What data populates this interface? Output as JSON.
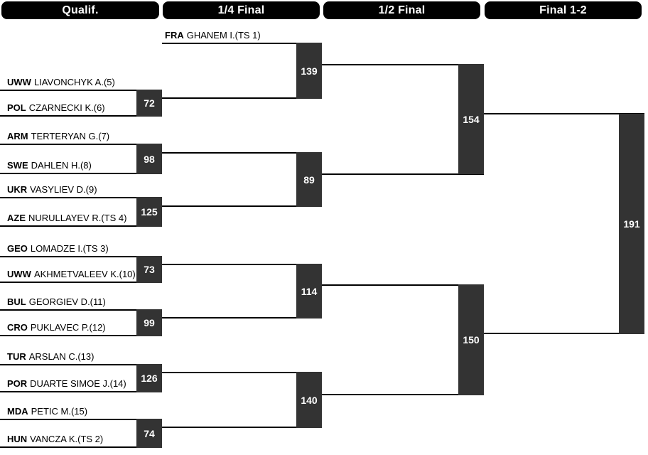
{
  "headers": [
    "Qualif.",
    "1/4 Final",
    "1/2 Final",
    "Final 1-2"
  ],
  "bye_player": {
    "code": "FRA",
    "name": "GHANEM I.(TS 1)"
  },
  "players": [
    {
      "code": "UWW",
      "name": "LIAVONCHYK A.(5)"
    },
    {
      "code": "POL",
      "name": "CZARNECKI K.(6)"
    },
    {
      "code": "ARM",
      "name": "TERTERYAN G.(7)"
    },
    {
      "code": "SWE",
      "name": "DAHLEN H.(8)"
    },
    {
      "code": "UKR",
      "name": "VASYLIEV D.(9)"
    },
    {
      "code": "AZE",
      "name": "NURULLAYEV R.(TS 4)"
    },
    {
      "code": "GEO",
      "name": "LOMADZE I.(TS 3)"
    },
    {
      "code": "UWW",
      "name": "AKHMETVALEEV K.(10)"
    },
    {
      "code": "BUL",
      "name": "GEORGIEV D.(11)"
    },
    {
      "code": "CRO",
      "name": "PUKLAVEC P.(12)"
    },
    {
      "code": "TUR",
      "name": "ARSLAN C.(13)"
    },
    {
      "code": "POR",
      "name": "DUARTE SIMOE J.(14)"
    },
    {
      "code": "MDA",
      "name": "PETIC M.(15)"
    },
    {
      "code": "HUN",
      "name": "VANCZA K.(TS 2)"
    }
  ],
  "matches": {
    "qualification": [
      "72",
      "98",
      "125",
      "73",
      "99",
      "126",
      "74"
    ],
    "quarterfinals": [
      "139",
      "89",
      "114",
      "140"
    ],
    "semifinals": [
      "154",
      "150"
    ],
    "final": "191"
  },
  "colors": {
    "header_bg": "#000000",
    "header_text": "#ffffff",
    "match_box_bg": "#333333",
    "match_box_text": "#ffffff",
    "line": "#000000"
  }
}
